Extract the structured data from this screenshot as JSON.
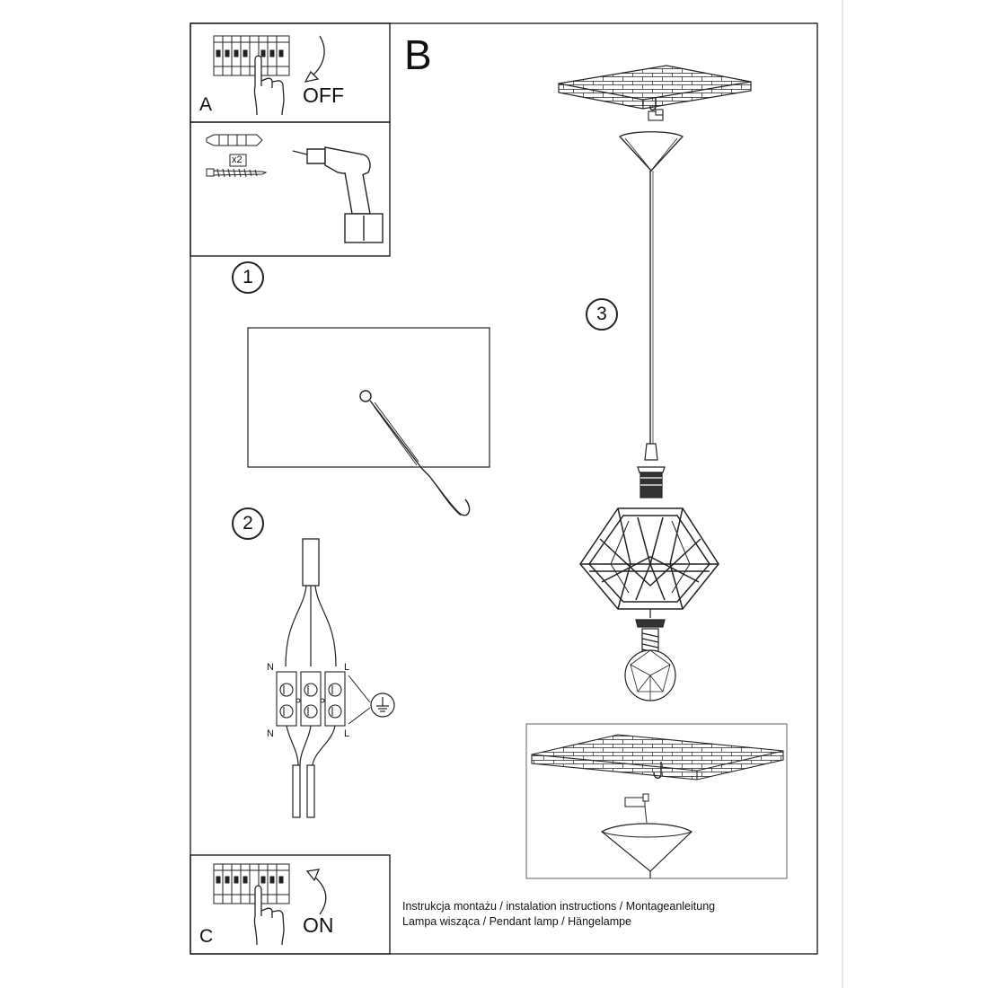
{
  "panels": {
    "a": {
      "letter": "A",
      "state": "OFF"
    },
    "b": {
      "letter": "B"
    },
    "c": {
      "letter": "C",
      "state": "ON"
    }
  },
  "tools": {
    "multiplier": "x2"
  },
  "steps": [
    "1",
    "2",
    "3"
  ],
  "terminals": {
    "neutral": "N",
    "live": "L"
  },
  "caption": {
    "line1": "Instrukcja montażu / instalation instructions / Montageanleitung",
    "line2": "Lampa wisząca / Pendant lamp / Hängelampe"
  },
  "icons": [
    "circuit-breaker-icon",
    "hand-icon",
    "switch-off-arrow-icon",
    "switch-on-arrow-icon",
    "wall-plug-icon",
    "screw-icon",
    "drill-icon",
    "hook-icon",
    "ground-symbol-icon",
    "terminal-block-icon",
    "bulb-icon"
  ]
}
